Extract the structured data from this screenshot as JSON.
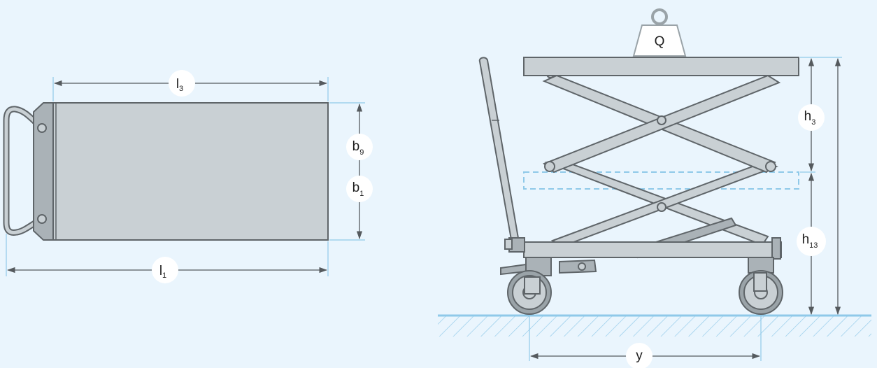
{
  "labels": {
    "l3": {
      "main": "l",
      "sub": "3"
    },
    "l1": {
      "main": "l",
      "sub": "1"
    },
    "b9": {
      "main": "b",
      "sub": "9"
    },
    "b1": {
      "main": "b",
      "sub": "1"
    },
    "h3": {
      "main": "h",
      "sub": "3"
    },
    "h13": {
      "main": "h",
      "sub": "13"
    },
    "y": {
      "main": "y",
      "sub": ""
    },
    "load": {
      "main": "Q",
      "sub": ""
    }
  },
  "colors": {
    "background": "#eaf5fd",
    "metal": "#c9d0d4",
    "outline": "#5f6569",
    "floor": "#8fc9e9",
    "lowered_platform": "#8fc9e9"
  }
}
